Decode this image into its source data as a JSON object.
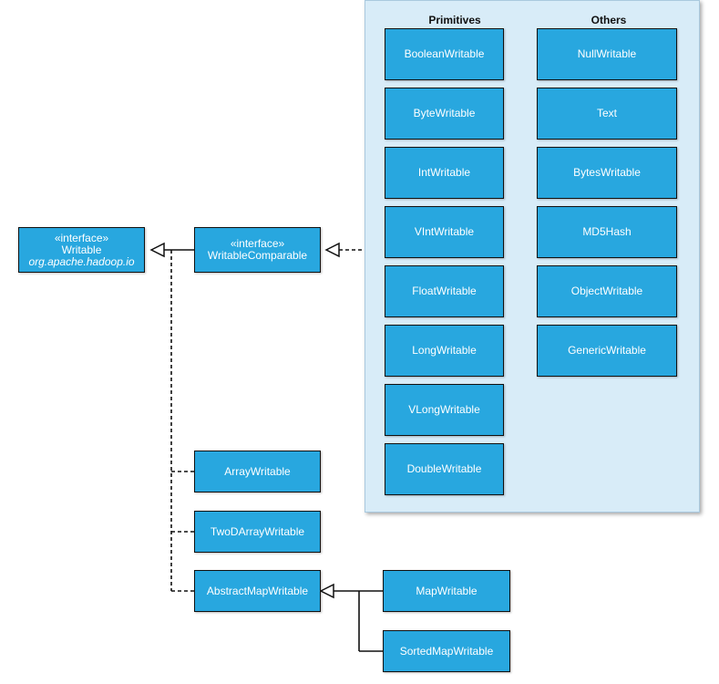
{
  "title": "",
  "panel": {
    "primitives_header": "Primitives",
    "others_header": "Others",
    "primitives": [
      "BooleanWritable",
      "ByteWritable",
      "IntWritable",
      "VIntWritable",
      "FloatWritable",
      "LongWritable",
      "VLongWritable",
      "DoubleWritable"
    ],
    "others": [
      "NullWritable",
      "Text",
      "BytesWritable",
      "MD5Hash",
      "ObjectWritable",
      "GenericWritable"
    ]
  },
  "writable": {
    "stereotype": "«interface»",
    "name": "Writable",
    "package": "org.apache.hadoop.io"
  },
  "writable_comparable": {
    "stereotype": "«interface»",
    "name": "WritableComparable"
  },
  "collections": {
    "array": "ArrayWritable",
    "twod_array": "TwoDArrayWritable",
    "abstract_map": "AbstractMapWritable",
    "map": "MapWritable",
    "sorted_map": "SortedMapWritable"
  },
  "colors": {
    "box_fill": "#28a7df",
    "panel_fill": "#d8ecf8",
    "line": "#111111"
  }
}
